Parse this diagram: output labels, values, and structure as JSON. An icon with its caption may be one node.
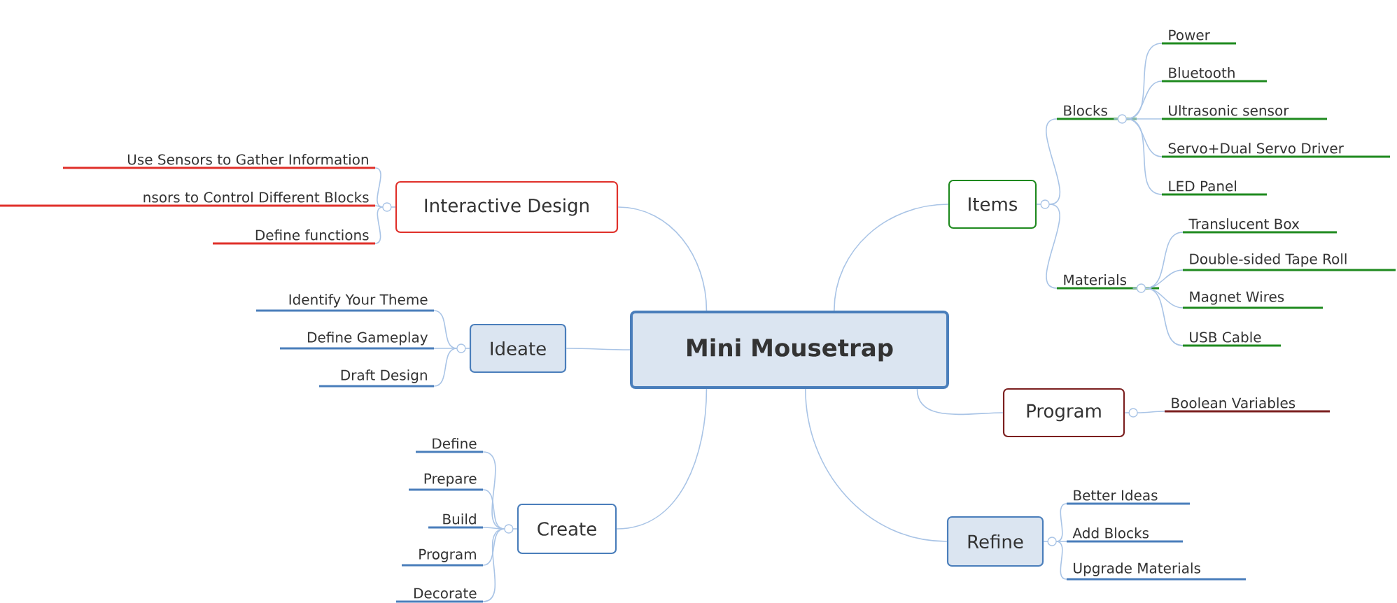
{
  "diagram": {
    "nodes": [
      {
        "text": [
          "Mini Mousetrap"
        ]
      },
      {
        "text": [
          "Interactive Design"
        ]
      },
      {
        "text": [
          "Use Sensors to Gather Information"
        ]
      },
      {
        "text": [
          "nsors to Control Different Blocks"
        ]
      },
      {
        "text": [
          "Define functions"
        ]
      },
      {
        "text": [
          "Ideate"
        ]
      },
      {
        "text": [
          "Identify Your Theme"
        ]
      },
      {
        "text": [
          "Define Gameplay"
        ]
      },
      {
        "text": [
          "Draft Design"
        ]
      },
      {
        "text": [
          "Create"
        ]
      },
      {
        "text": [
          "Define"
        ]
      },
      {
        "text": [
          "Prepare"
        ]
      },
      {
        "text": [
          "Build"
        ]
      },
      {
        "text": [
          "Program"
        ]
      },
      {
        "text": [
          "Decorate"
        ]
      },
      {
        "text": [
          "Items"
        ]
      },
      {
        "text": [
          "Blocks"
        ]
      },
      {
        "text": [
          "Power"
        ]
      },
      {
        "text": [
          "Bluetooth"
        ]
      },
      {
        "text": [
          "Ultrasonic sensor"
        ]
      },
      {
        "text": [
          "Servo+Dual Servo Driver"
        ]
      },
      {
        "text": [
          "LED Panel"
        ]
      },
      {
        "text": [
          "Materials"
        ]
      },
      {
        "text": [
          "Translucent Box"
        ]
      },
      {
        "text": [
          "Double-sided Tape Roll"
        ]
      },
      {
        "text": [
          "Magnet Wires"
        ]
      },
      {
        "text": [
          "USB Cable"
        ]
      },
      {
        "text": [
          "Program"
        ]
      },
      {
        "text": [
          "Boolean Variables"
        ]
      },
      {
        "text": [
          "Refine"
        ]
      },
      {
        "text": [
          "Better Ideas"
        ]
      },
      {
        "text": [
          "Add Blocks"
        ]
      },
      {
        "text": [
          "Upgrade Materials"
        ]
      }
    ],
    "edges": [
      {
        "from": 0,
        "to": 1,
        "arrow": "none"
      },
      {
        "from": 0,
        "to": 5,
        "arrow": "none"
      },
      {
        "from": 0,
        "to": 9,
        "arrow": "none"
      },
      {
        "from": 0,
        "to": 15,
        "arrow": "none"
      },
      {
        "from": 0,
        "to": 27,
        "arrow": "none"
      },
      {
        "from": 0,
        "to": 29,
        "arrow": "none"
      },
      {
        "from": 1,
        "to": 2,
        "arrow": "none"
      },
      {
        "from": 1,
        "to": 3,
        "arrow": "none"
      },
      {
        "from": 1,
        "to": 4,
        "arrow": "none"
      },
      {
        "from": 5,
        "to": 6,
        "arrow": "none"
      },
      {
        "from": 5,
        "to": 7,
        "arrow": "none"
      },
      {
        "from": 5,
        "to": 8,
        "arrow": "none"
      },
      {
        "from": 9,
        "to": 10,
        "arrow": "none"
      },
      {
        "from": 9,
        "to": 11,
        "arrow": "none"
      },
      {
        "from": 9,
        "to": 12,
        "arrow": "none"
      },
      {
        "from": 9,
        "to": 13,
        "arrow": "none"
      },
      {
        "from": 9,
        "to": 14,
        "arrow": "none"
      },
      {
        "from": 15,
        "to": 16,
        "arrow": "none"
      },
      {
        "from": 15,
        "to": 22,
        "arrow": "none"
      },
      {
        "from": 16,
        "to": 17,
        "arrow": "none"
      },
      {
        "from": 16,
        "to": 18,
        "arrow": "none"
      },
      {
        "from": 16,
        "to": 19,
        "arrow": "none"
      },
      {
        "from": 16,
        "to": 20,
        "arrow": "none"
      },
      {
        "from": 16,
        "to": 21,
        "arrow": "none"
      },
      {
        "from": 22,
        "to": 23,
        "arrow": "none"
      },
      {
        "from": 22,
        "to": 24,
        "arrow": "none"
      },
      {
        "from": 22,
        "to": 25,
        "arrow": "none"
      },
      {
        "from": 22,
        "to": 26,
        "arrow": "none"
      },
      {
        "from": 27,
        "to": 28,
        "arrow": "none"
      },
      {
        "from": 29,
        "to": 30,
        "arrow": "none"
      },
      {
        "from": 29,
        "to": 31,
        "arrow": "none"
      },
      {
        "from": 29,
        "to": 32,
        "arrow": "none"
      }
    ]
  }
}
